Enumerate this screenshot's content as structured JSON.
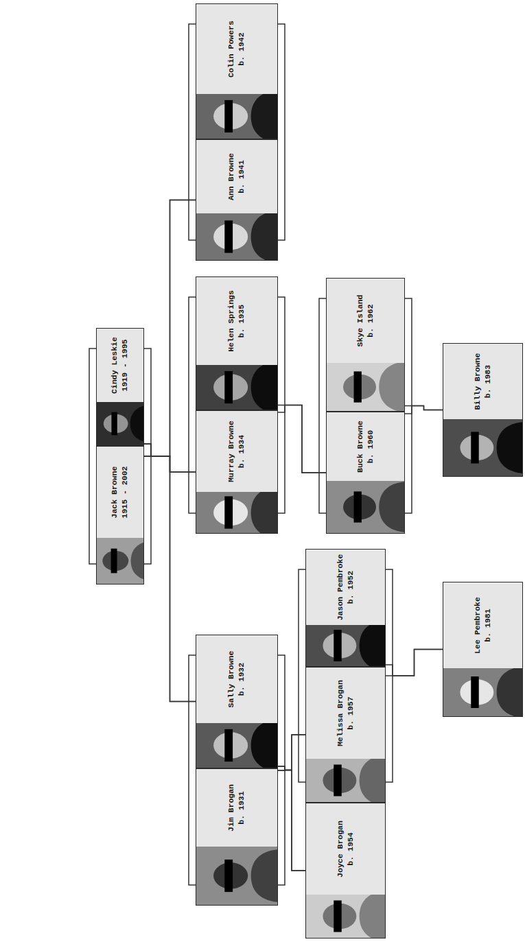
{
  "diagram": {
    "nodes": [
      {
        "text": [
          "Jack Browne",
          "1915 - 2002"
        ]
      },
      {
        "text": [
          "Cindy Leskie",
          "1919 - 1995"
        ]
      },
      {
        "text": [
          "Jim Brogan",
          "b. 1931"
        ]
      },
      {
        "text": [
          "Sally Browne",
          "b. 1932"
        ]
      },
      {
        "text": [
          "Murray Browne",
          "b. 1934"
        ]
      },
      {
        "text": [
          "Helen Springs",
          "b. 1935"
        ]
      },
      {
        "text": [
          "Ann Browne",
          "b. 1941"
        ]
      },
      {
        "text": [
          "Colin Powers",
          "b. 1942"
        ]
      },
      {
        "text": [
          "Joyce Brogan",
          "b. 1954"
        ]
      },
      {
        "text": [
          "Melissa Brogan",
          "b. 1957"
        ]
      },
      {
        "text": [
          "Jason Pembroke",
          "b. 1952"
        ]
      },
      {
        "text": [
          "Buck Browne",
          "b. 1960"
        ]
      },
      {
        "text": [
          "Skye Island",
          "b. 1962"
        ]
      },
      {
        "text": [
          "Lee Pembroke",
          "b. 1981"
        ]
      },
      {
        "text": [
          "Billy Browne",
          "b. 1983"
        ]
      }
    ],
    "edges": [
      {
        "from": 0,
        "to": 1,
        "arrow": "none"
      },
      {
        "from": 2,
        "to": 3,
        "arrow": "none"
      },
      {
        "from": 4,
        "to": 5,
        "arrow": "none"
      },
      {
        "from": 6,
        "to": 7,
        "arrow": "none"
      },
      {
        "from": 9,
        "to": 10,
        "arrow": "none"
      },
      {
        "from": 11,
        "to": 12,
        "arrow": "none"
      },
      {
        "from": 0,
        "to": 3,
        "arrow": "none"
      },
      {
        "from": 1,
        "to": 3,
        "arrow": "none"
      },
      {
        "from": 0,
        "to": 4,
        "arrow": "none"
      },
      {
        "from": 1,
        "to": 4,
        "arrow": "none"
      },
      {
        "from": 0,
        "to": 6,
        "arrow": "none"
      },
      {
        "from": 1,
        "to": 6,
        "arrow": "none"
      },
      {
        "from": 2,
        "to": 8,
        "arrow": "none"
      },
      {
        "from": 3,
        "to": 8,
        "arrow": "none"
      },
      {
        "from": 2,
        "to": 9,
        "arrow": "none"
      },
      {
        "from": 3,
        "to": 9,
        "arrow": "none"
      },
      {
        "from": 4,
        "to": 11,
        "arrow": "none"
      },
      {
        "from": 5,
        "to": 11,
        "arrow": "none"
      },
      {
        "from": 9,
        "to": 13,
        "arrow": "none"
      },
      {
        "from": 10,
        "to": 13,
        "arrow": "none"
      },
      {
        "from": 11,
        "to": 14,
        "arrow": "none"
      },
      {
        "from": 12,
        "to": 14,
        "arrow": "none"
      }
    ]
  }
}
